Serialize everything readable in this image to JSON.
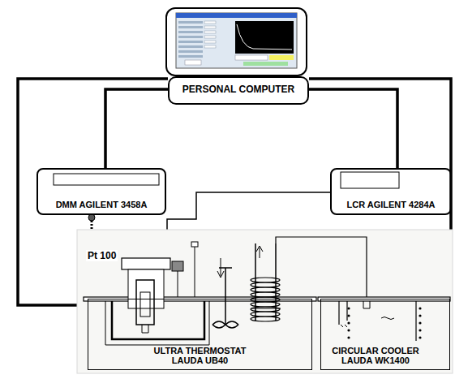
{
  "diagram": {
    "nodes": [
      {
        "text": [
          "PERSONAL COMPUTER"
        ]
      },
      {
        "text": [
          "DMM AGILENT 3458A"
        ]
      },
      {
        "text": [
          "LCR AGILENT 4284A"
        ]
      },
      {
        "text": [
          "ULTRA THERMOSTAT LAUDA UB40"
        ]
      },
      {
        "text": [
          "CIRCULAR COOLER LAUDA WK1400"
        ]
      }
    ],
    "edges": [
      {
        "from": 0,
        "to": 1,
        "arrow": "none"
      },
      {
        "from": 0,
        "to": 2,
        "arrow": "none"
      },
      {
        "from": 0,
        "to": 3,
        "arrow": "none"
      },
      {
        "from": 0,
        "to": 4,
        "arrow": "none"
      },
      {
        "from": 1,
        "to": 3,
        "arrow": "none",
        "label": "Pt 100"
      },
      {
        "from": 2,
        "to": 3,
        "arrow": "none"
      },
      {
        "from": 3,
        "to": 4,
        "arrow": "none"
      }
    ]
  }
}
